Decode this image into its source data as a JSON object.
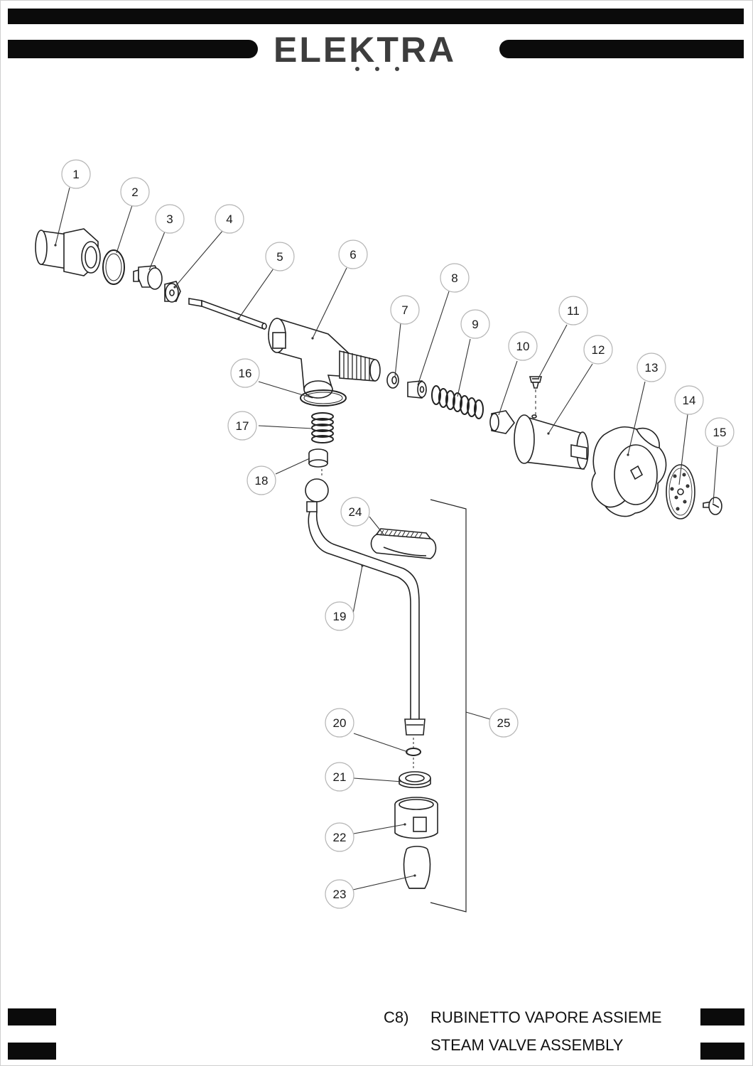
{
  "brand": {
    "name": "ELEKTRA"
  },
  "callouts": [
    {
      "id": "1",
      "label": "1"
    },
    {
      "id": "2",
      "label": "2"
    },
    {
      "id": "3",
      "label": "3"
    },
    {
      "id": "4",
      "label": "4"
    },
    {
      "id": "5",
      "label": "5"
    },
    {
      "id": "6",
      "label": "6"
    },
    {
      "id": "7",
      "label": "7"
    },
    {
      "id": "8",
      "label": "8"
    },
    {
      "id": "9",
      "label": "9"
    },
    {
      "id": "10",
      "label": "10"
    },
    {
      "id": "11",
      "label": "11"
    },
    {
      "id": "12",
      "label": "12"
    },
    {
      "id": "13",
      "label": "13"
    },
    {
      "id": "14",
      "label": "14"
    },
    {
      "id": "15",
      "label": "15"
    },
    {
      "id": "16",
      "label": "16"
    },
    {
      "id": "17",
      "label": "17"
    },
    {
      "id": "18",
      "label": "18"
    },
    {
      "id": "19",
      "label": "19"
    },
    {
      "id": "20",
      "label": "20"
    },
    {
      "id": "21",
      "label": "21"
    },
    {
      "id": "22",
      "label": "22"
    },
    {
      "id": "23",
      "label": "23"
    },
    {
      "id": "24",
      "label": "24"
    },
    {
      "id": "25",
      "label": "25"
    }
  ],
  "footer": {
    "code": "C8)",
    "title_it": "RUBINETTO VAPORE ASSIEME",
    "title_en": "STEAM VALVE ASSEMBLY"
  }
}
